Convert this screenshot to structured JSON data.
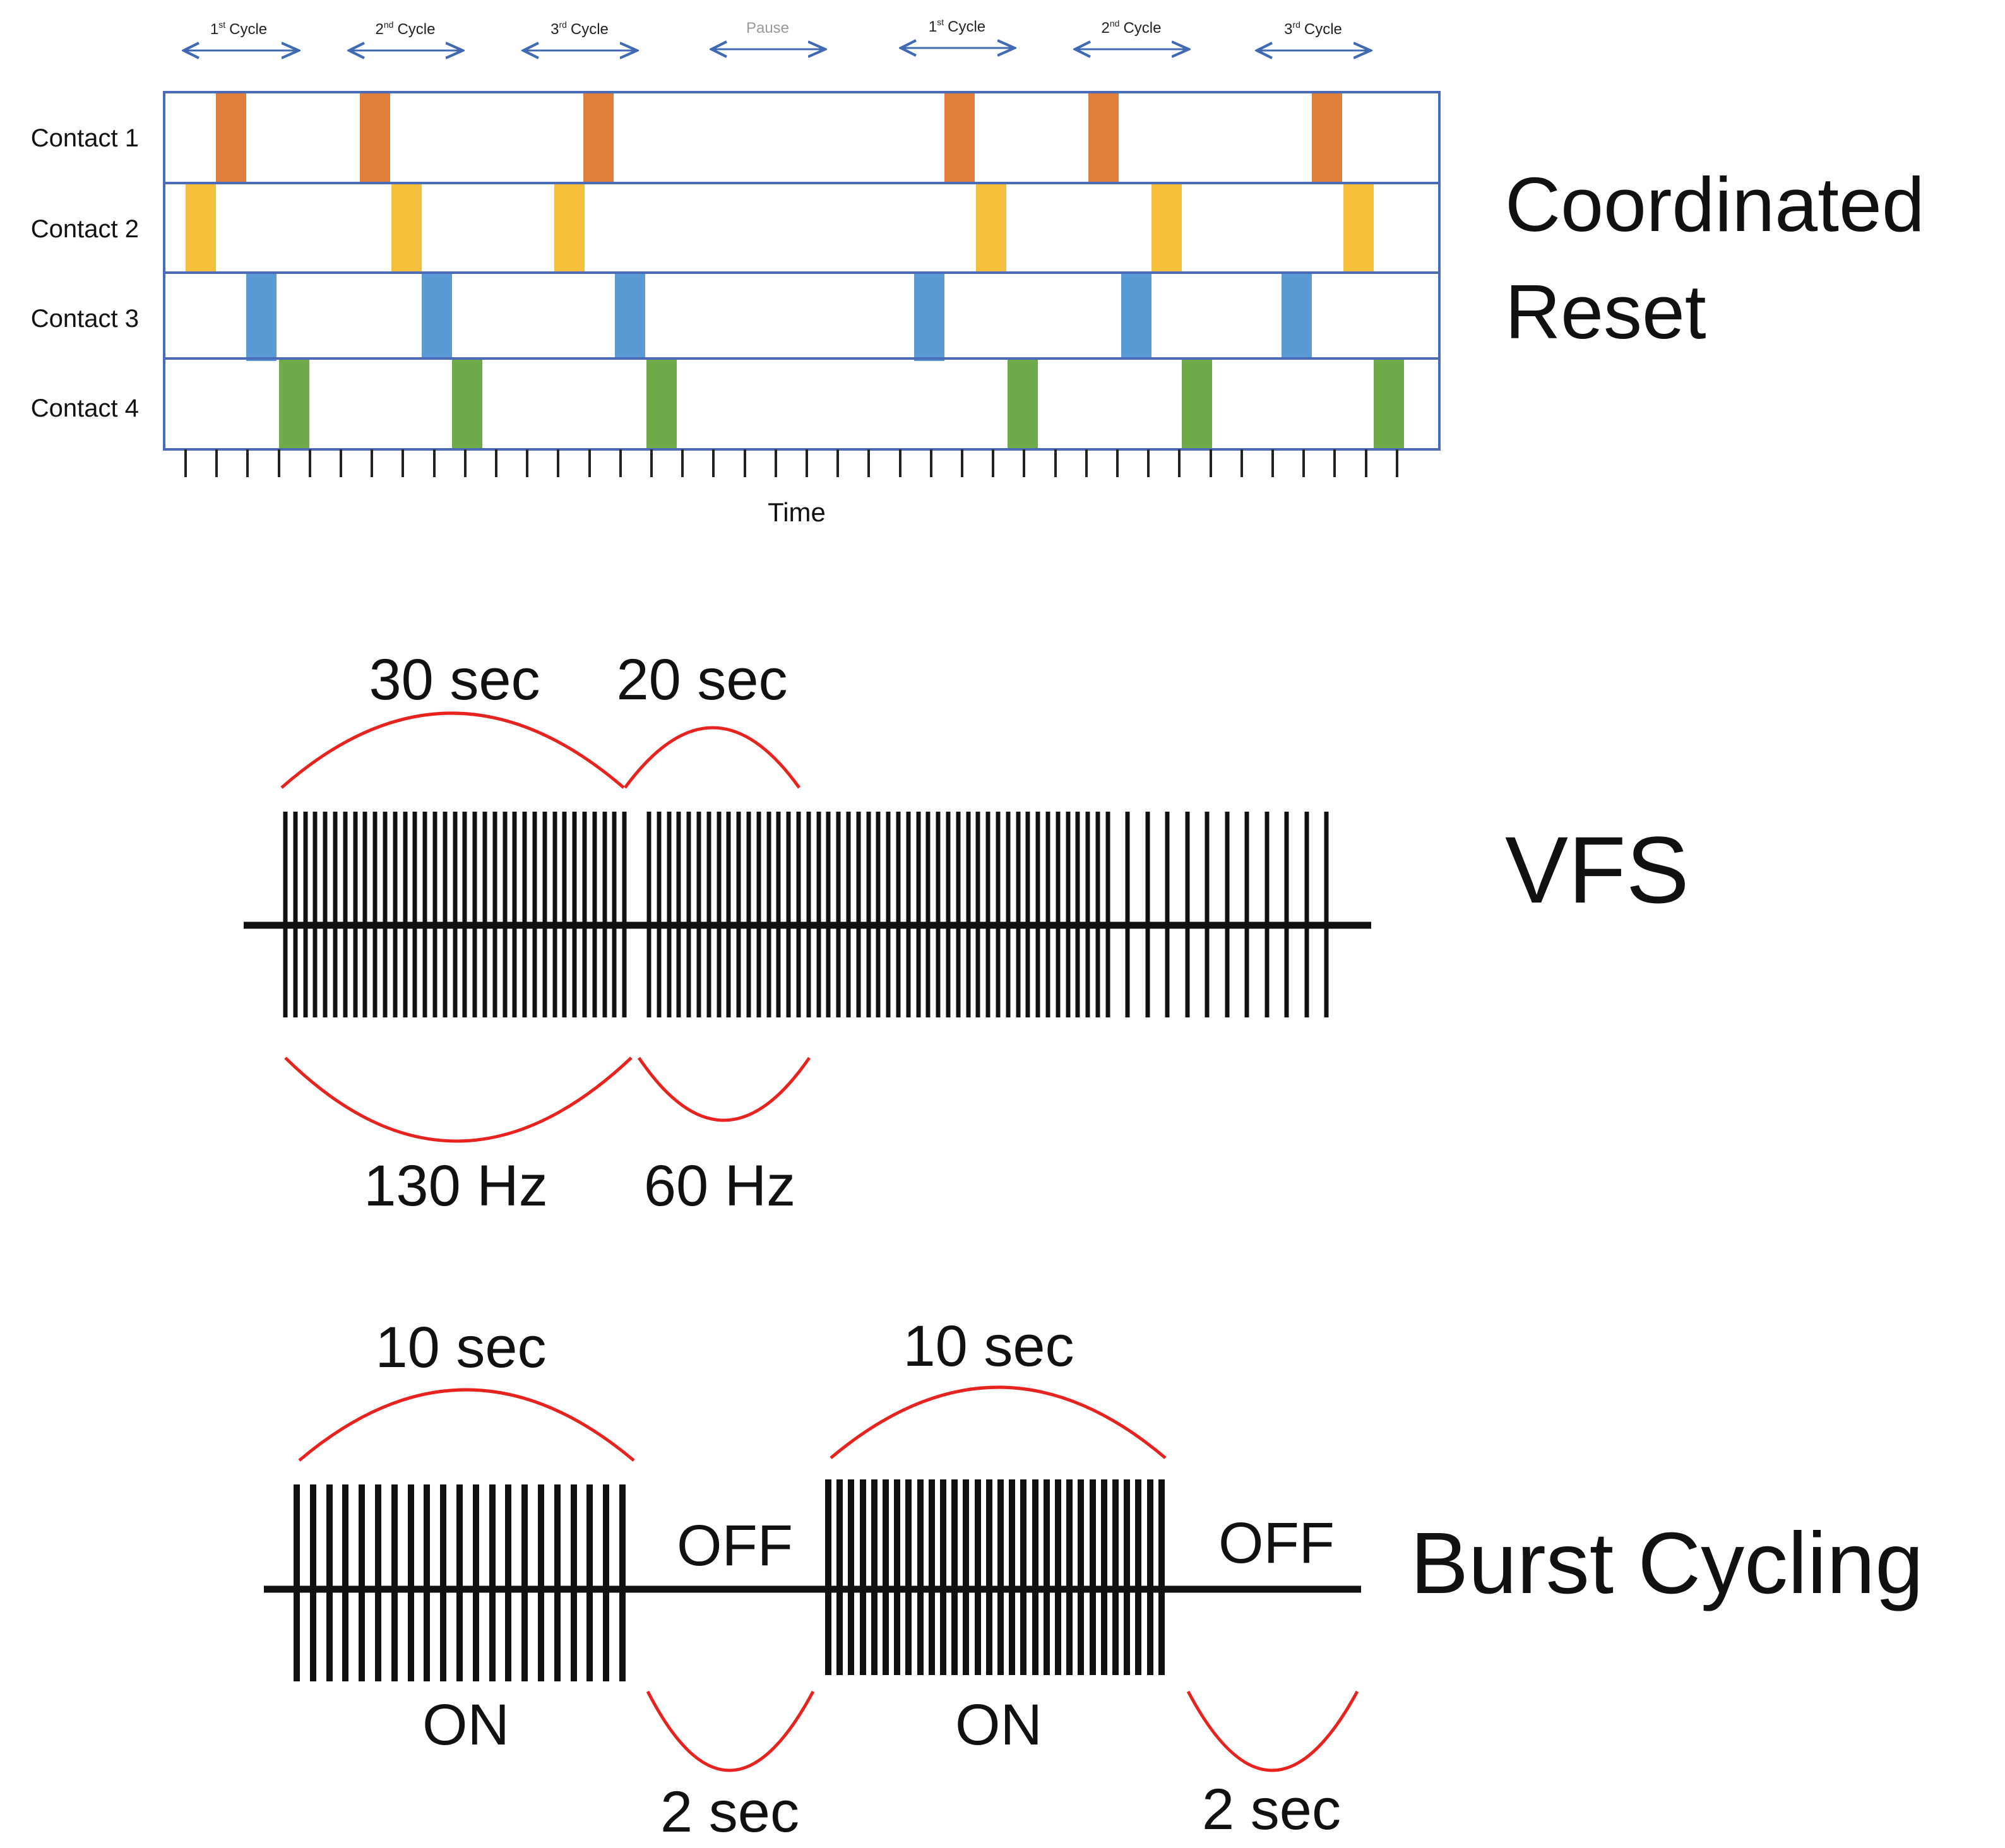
{
  "coordinated_reset": {
    "title_line1": "Coordinated",
    "title_line2": "Reset",
    "cycles": [
      {
        "label_num": "1",
        "label_sup": "st",
        "label_text": "Cycle"
      },
      {
        "label_num": "2",
        "label_sup": "nd",
        "label_text": "Cycle"
      },
      {
        "label_num": "3",
        "label_sup": "rd",
        "label_text": "Cycle"
      },
      {
        "label_text": "Pause"
      },
      {
        "label_num": "1",
        "label_sup": "st",
        "label_text": "Cycle"
      },
      {
        "label_num": "2",
        "label_sup": "nd",
        "label_text": "Cycle"
      },
      {
        "label_num": "3",
        "label_sup": "rd",
        "label_text": "Cycle"
      }
    ],
    "contacts": [
      "Contact 1",
      "Contact 2",
      "Contact 3",
      "Contact 4"
    ],
    "time_label": "Time",
    "colors": {
      "contact_1": "#e07f3c",
      "contact_2": "#f5bf3b",
      "contact_3": "#5b9bd5",
      "contact_4": "#6fab4a",
      "frame": "#4a6bb8",
      "arrow": "#3f6ab3",
      "pause_text": "#999999"
    }
  },
  "vfs": {
    "title": "VFS",
    "top_labels": [
      "30 sec",
      "20 sec"
    ],
    "bottom_labels": [
      "130 Hz",
      "60 Hz"
    ],
    "arc_color": "#e8231e"
  },
  "burst_cycling": {
    "title": "Burst Cycling",
    "top_labels": [
      "10 sec",
      "10 sec"
    ],
    "on_labels": [
      "ON",
      "ON"
    ],
    "off_labels": [
      "OFF",
      "OFF"
    ],
    "bottom_labels": [
      "2 sec",
      "2 sec"
    ],
    "arc_color": "#e8231e"
  }
}
